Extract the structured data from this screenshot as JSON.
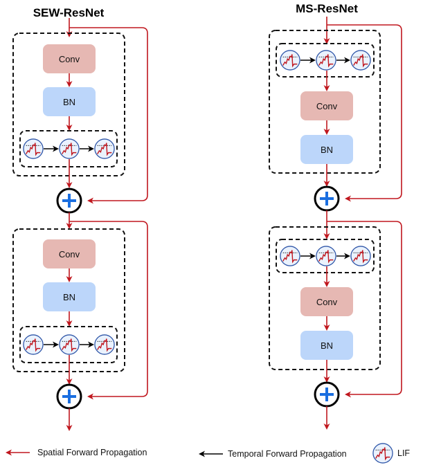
{
  "titles": {
    "left": "SEW-ResNet",
    "right": "MS-ResNet"
  },
  "blocks": {
    "conv_label": "Conv",
    "bn_label": "BN"
  },
  "legend": {
    "spatial": "Spatial Forward Propagation",
    "temporal": "Temporal Forward Propagation",
    "lif": "LIF"
  },
  "colors": {
    "spatial_arrow": "#c0171e",
    "temporal_arrow": "#000000",
    "conv_fill": "#e6b8b3",
    "bn_fill": "#bcd6fa",
    "add_node_fill": "#1a6ee0"
  },
  "icons": [
    "lif-neuron-icon",
    "add-node-icon",
    "arrow-icon"
  ]
}
